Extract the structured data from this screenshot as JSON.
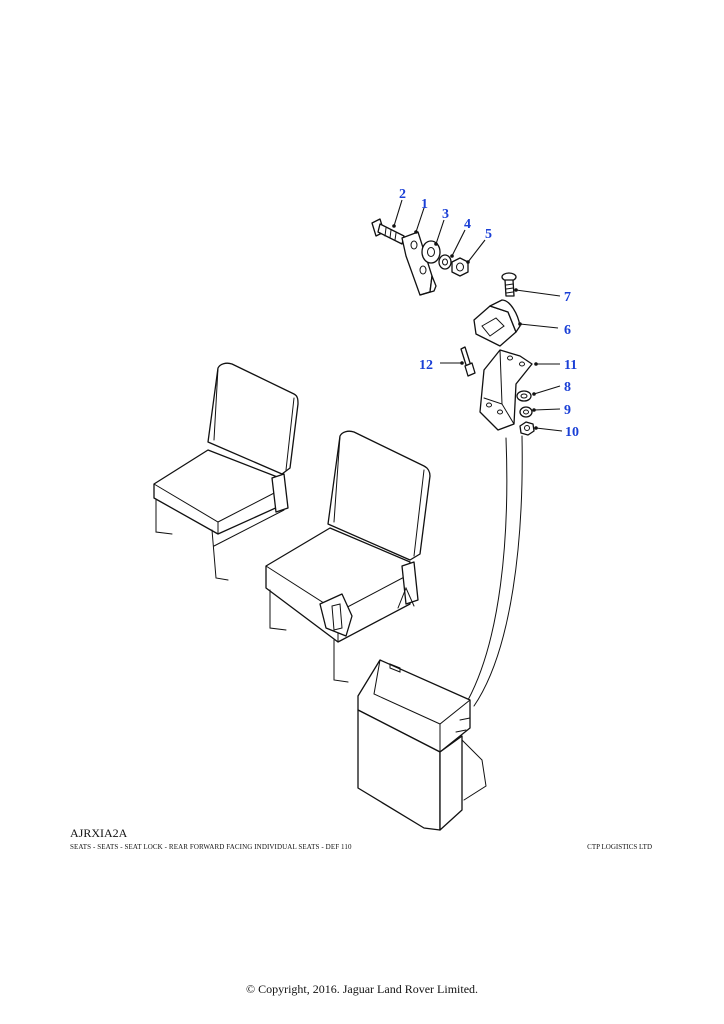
{
  "diagram": {
    "reference_code": "AJRXIA2A",
    "caption": "SEATS - SEATS - SEAT LOCK - REAR FORWARD FACING INDIVIDUAL SEATS - DEF 110",
    "company": "CTP LOGISTICS LTD",
    "copyright": "© Copyright, 2016. Jaguar Land Rover Limited.",
    "callout_color": "#1a3fd6",
    "callouts": [
      {
        "number": "1",
        "part": "bracket"
      },
      {
        "number": "2",
        "part": "bolt"
      },
      {
        "number": "3",
        "part": "washer"
      },
      {
        "number": "4",
        "part": "washer"
      },
      {
        "number": "5",
        "part": "nut"
      },
      {
        "number": "6",
        "part": "lock-block"
      },
      {
        "number": "7",
        "part": "screw"
      },
      {
        "number": "8",
        "part": "washer"
      },
      {
        "number": "9",
        "part": "washer"
      },
      {
        "number": "10",
        "part": "nut"
      },
      {
        "number": "11",
        "part": "bracket"
      },
      {
        "number": "12",
        "part": "screw"
      }
    ]
  }
}
